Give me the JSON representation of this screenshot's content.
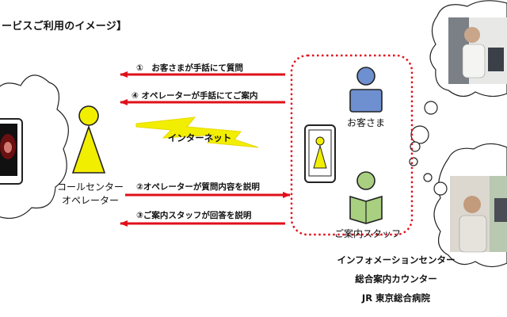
{
  "diagram": {
    "heading": "ービスご利用のイメージ】",
    "messages": [
      "①　お客さまが手話にて質問",
      "④ オペレーターが手話にてご案内",
      "②オペレーターが質問内容を説明",
      "③ご案内スタッフが回答を説明"
    ],
    "internet_label": "インターネット",
    "operator_label_line1": "コールセンター",
    "operator_label_line2": "オペレーター",
    "customer_label": "お客さま",
    "staff_label": "ご案内スタッフ",
    "location_lines": [
      "インフォメーションセンター",
      "総合案内カウンター",
      "JR 東京総合病院"
    ],
    "colors": {
      "arrow": "#e0101a",
      "dotted_box": "#e0101a",
      "operator_fill": "#f2ee00",
      "customer_fill": "#6e8fd0",
      "staff_fill": "#a8d080",
      "lightning_fill": "#f2ee00"
    }
  }
}
